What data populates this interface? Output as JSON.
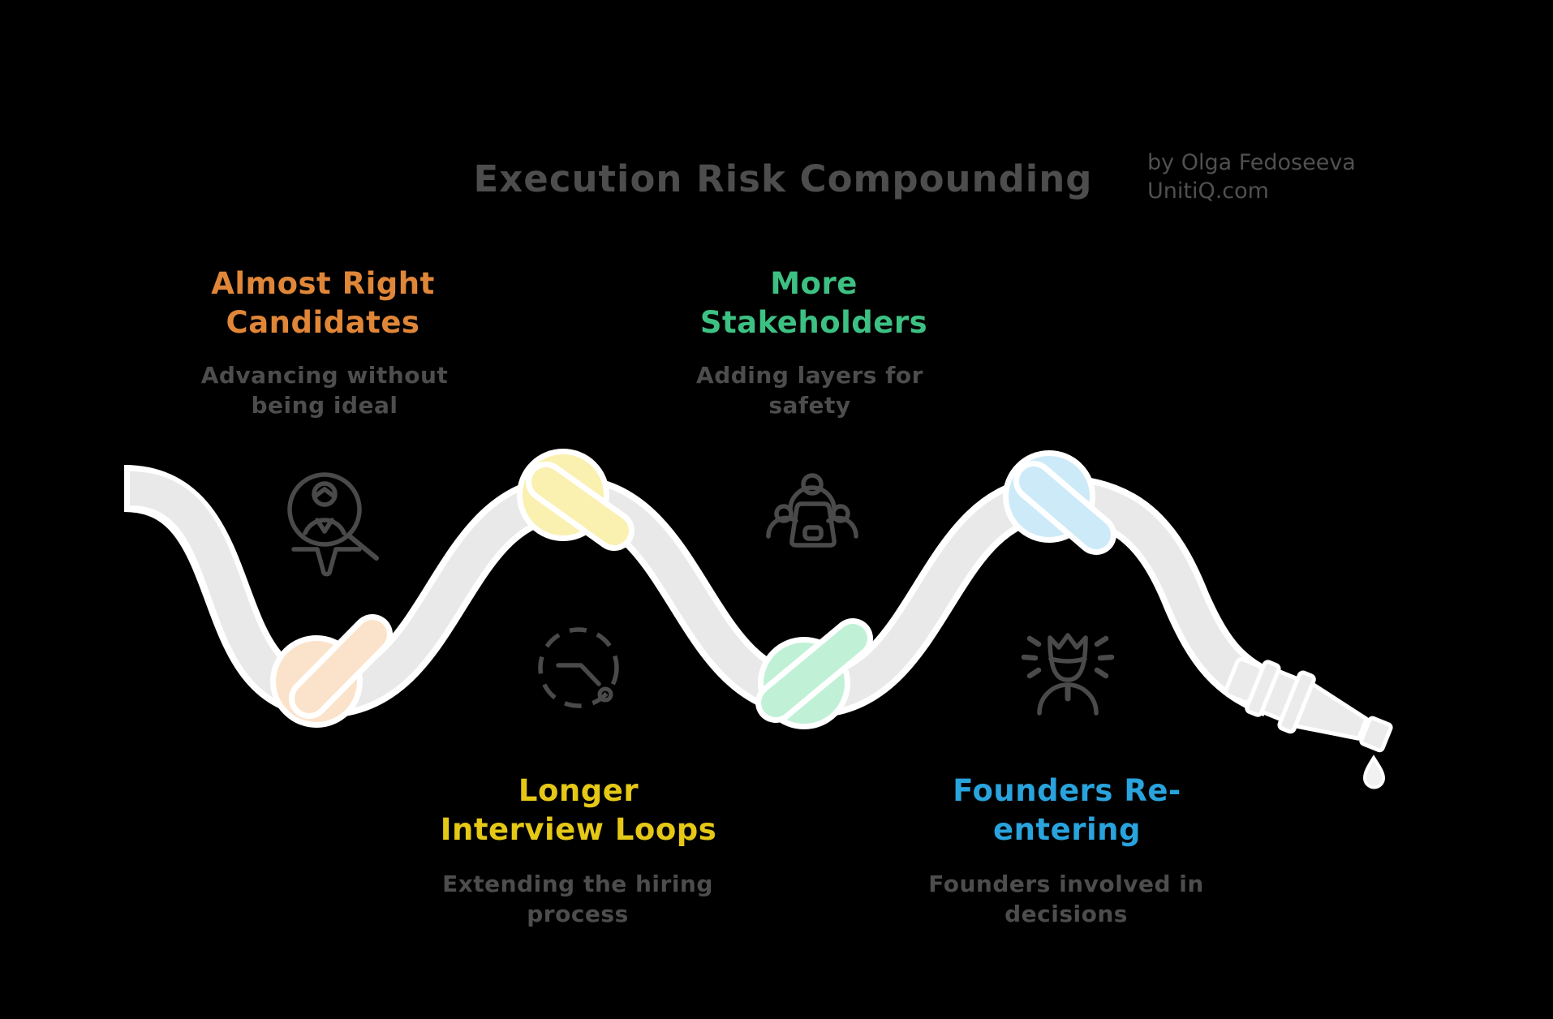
{
  "header": {
    "title": "Execution Risk Compounding",
    "byline": "by Olga Fedoseeva\nUnitiQ.com"
  },
  "colors": {
    "background": "#000000",
    "title_text": "#4D4D4D",
    "description_text": "#4D4D4D",
    "rope_fill": "#E9E9E9",
    "rope_outline": "#FFFFFF",
    "icon_stroke": "#4A4A4A"
  },
  "steps": [
    {
      "label": "Almost Right\nCandidates",
      "description": "Advancing without\nbeing ideal",
      "label_color": "#E08638",
      "knot_color": "#FBE3CB",
      "icon": "candidate-search-icon"
    },
    {
      "label": "More\nStakeholders",
      "description": "Adding layers for\nsafety",
      "label_color": "#3DC183",
      "knot_color": "#C0F1D7",
      "icon": "stakeholders-icon"
    },
    {
      "label": "Longer\nInterview Loops",
      "description": "Extending the hiring\nprocess",
      "label_color": "#E5C816",
      "knot_color": "#FAF0B0",
      "icon": "clock-icon"
    },
    {
      "label": "Founders Re-\nentering",
      "description": "Founders involved in\ndecisions",
      "label_color": "#29A3DD",
      "knot_color": "#CDEAF9",
      "icon": "founder-crown-icon"
    }
  ]
}
